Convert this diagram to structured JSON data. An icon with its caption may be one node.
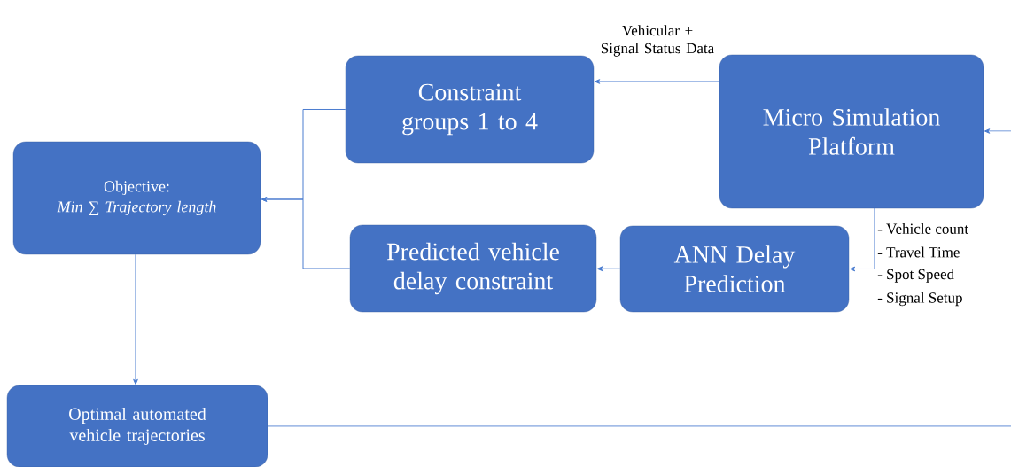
{
  "diagram": {
    "nodes": [
      {
        "text": [
          "Objective:",
          "*Min ∑ Trajectory length*"
        ]
      },
      {
        "text": [
          "Constraint groups 1 to 4"
        ]
      },
      {
        "text": [
          "Micro Simulation Platform"
        ]
      },
      {
        "text": [
          "Predicted vehicle delay constraint"
        ]
      },
      {
        "text": [
          "ANN Delay Prediction"
        ]
      },
      {
        "text": [
          "Optimal automated vehicle trajectories"
        ]
      }
    ],
    "edges": [
      {
        "from": 2,
        "to": 1,
        "arrow": "to",
        "label": "Vehicular + Signal Status Data"
      },
      {
        "from": 1,
        "to": 0,
        "arrow": "to"
      },
      {
        "from": 3,
        "to": 0,
        "arrow": "to"
      },
      {
        "from": 2,
        "to": 4,
        "arrow": "to"
      },
      {
        "from": 4,
        "to": 3,
        "arrow": "to"
      },
      {
        "from": 0,
        "to": 5,
        "arrow": "to"
      },
      {
        "from": 5,
        "to": null,
        "arrow": "none"
      },
      {
        "from": null,
        "to": 2,
        "arrow": "to"
      }
    ],
    "labels": [
      "- Vehicle count",
      "- Travel Time",
      "- Spot Speed",
      "- Signal Setup"
    ]
  }
}
